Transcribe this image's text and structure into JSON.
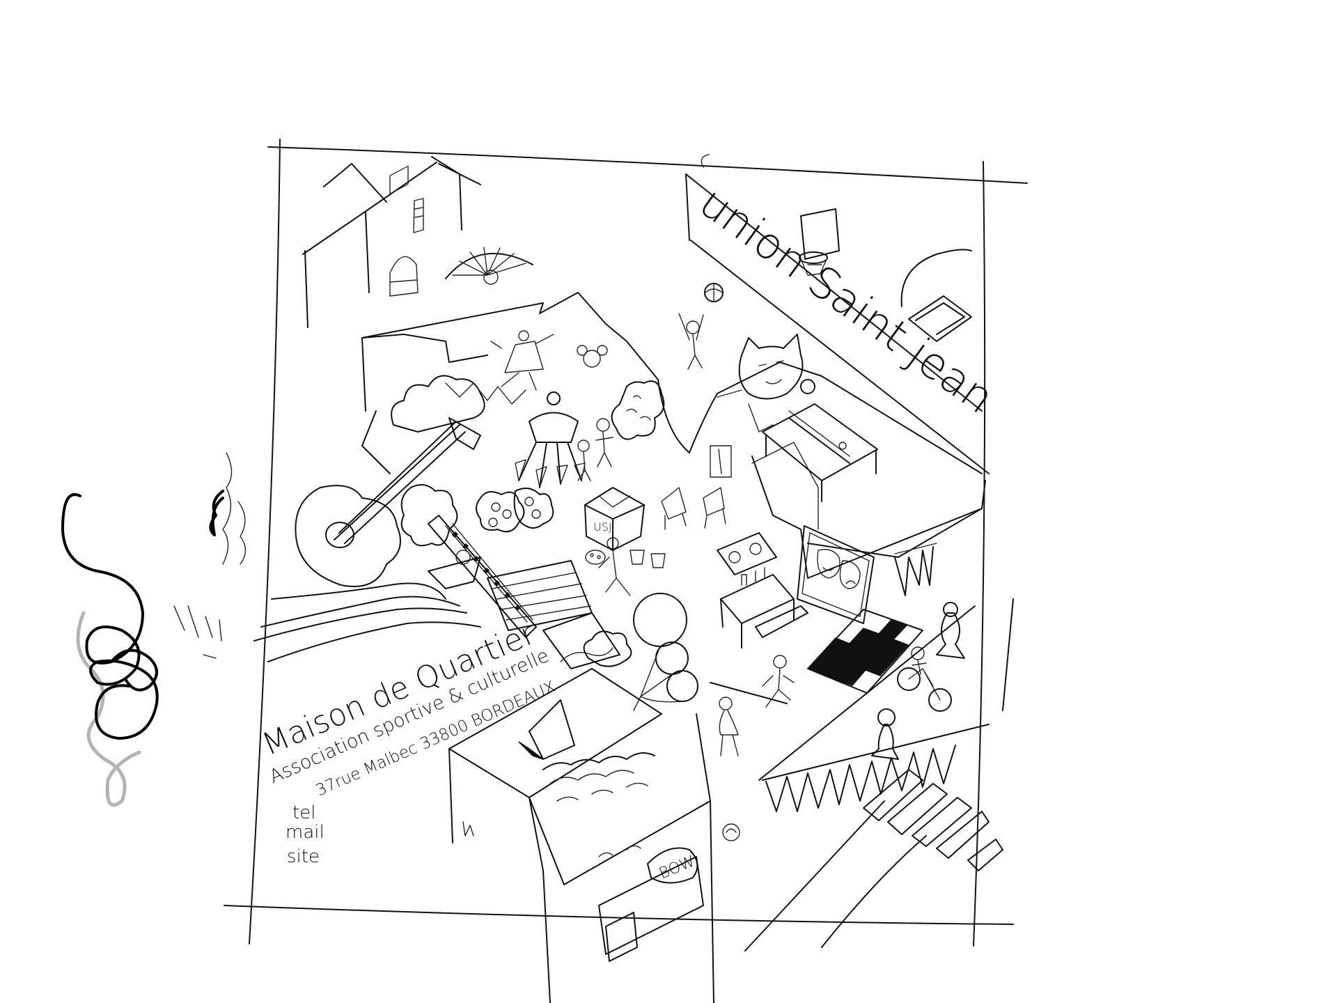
{
  "sign": {
    "street_name": "union Saint jean",
    "center_title": "Maison de Quartier",
    "subtitle": "Association sportive & culturelle",
    "address": "37rue Malbec 33800 BORDEAUX",
    "contact_tel": "tel",
    "contact_mail": "mail",
    "contact_site": "site"
  },
  "labels": {
    "club_box": "USJ",
    "comic_sign": "BOW"
  },
  "icons": [
    "guitar-icon",
    "keyboard-icon",
    "theatre-masks-icon",
    "basketball-hoop-icon",
    "ping-pong-table-icon",
    "chess-board-icon",
    "balloons-icon",
    "bicycle-icon",
    "fan-icon",
    "squiggle-icon"
  ],
  "colors": {
    "ink": "#111111",
    "paper": "#ffffff",
    "pencil_grey": "#8a8a8a"
  }
}
